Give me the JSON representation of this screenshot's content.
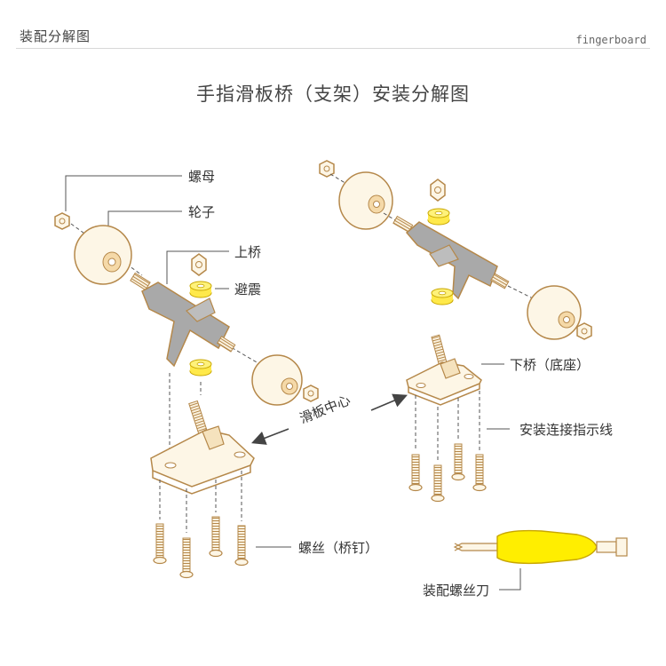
{
  "header": {
    "title": "装配分解图",
    "brand": "fingerboard"
  },
  "main_title": "手指滑板桥（支架）安装分解图",
  "labels": {
    "nut": "螺母",
    "wheel": "轮子",
    "hanger": "上桥",
    "bushing": "避震",
    "baseplate": "下桥（底座）",
    "guide_lines": "安装连接指示线",
    "board_center": "滑板中心",
    "screws": "螺丝（桥钉）",
    "screwdriver": "装配螺丝刀"
  },
  "colors": {
    "outline": "#b5884a",
    "wheel_fill": "#fdf6e6",
    "hanger_fill": "#a9a9a9",
    "bushing_fill": "#ffe94a",
    "screwdriver_fill": "#ffee00",
    "guide": "#555555"
  }
}
